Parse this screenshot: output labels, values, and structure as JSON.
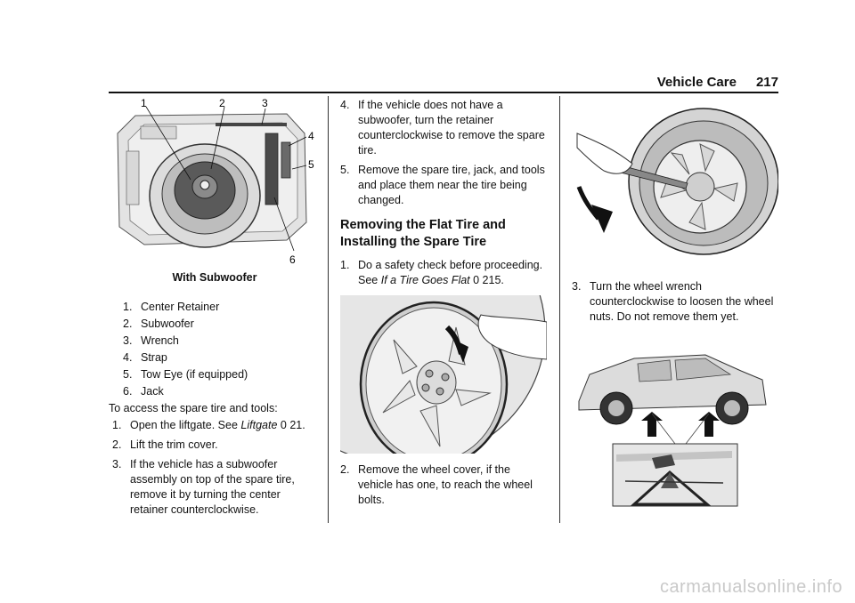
{
  "header": {
    "section": "Vehicle Care",
    "page": "217"
  },
  "figure1": {
    "callouts": [
      "1",
      "2",
      "3",
      "4",
      "5",
      "6"
    ],
    "caption": "With Subwoofer"
  },
  "parts_list": [
    {
      "num": "1.",
      "text": "Center Retainer"
    },
    {
      "num": "2.",
      "text": "Subwoofer"
    },
    {
      "num": "3.",
      "text": "Wrench"
    },
    {
      "num": "4.",
      "text": "Strap"
    },
    {
      "num": "5.",
      "text": "Tow Eye (if equipped)"
    },
    {
      "num": "6.",
      "text": "Jack"
    }
  ],
  "access": {
    "intro": "To access the spare tire and tools:",
    "step1_num": "1.",
    "step1_text": "Open the liftgate. See ",
    "step1_ref": "Liftgate",
    "step1_page": "0 21.",
    "step2_num": "2.",
    "step2_text": "Lift the trim cover.",
    "step3_num": "3.",
    "step3_text": "If the vehicle has a subwoofer assembly on top of the spare tire, remove it by turning the center retainer counterclockwise.",
    "step4_num": "4.",
    "step4_text": "If the vehicle does not have a subwoofer, turn the retainer counterclockwise to remove the spare tire.",
    "step5_num": "5.",
    "step5_text": "Remove the spare tire, jack, and tools and place them near the tire being changed."
  },
  "removing": {
    "heading": "Removing the Flat Tire and Installing the Spare Tire",
    "step1_num": "1.",
    "step1_text": "Do a safety check before proceeding. See ",
    "step1_ref": "If a Tire Goes Flat",
    "step1_page": "0 215.",
    "step2_num": "2.",
    "step2_text": "Remove the wheel cover, if the vehicle has one, to reach the wheel bolts.",
    "step3_num": "3.",
    "step3_text": "Turn the wheel wrench counterclockwise to loosen the wheel nuts. Do not remove them yet."
  },
  "watermark": "carmanualsonline.info"
}
